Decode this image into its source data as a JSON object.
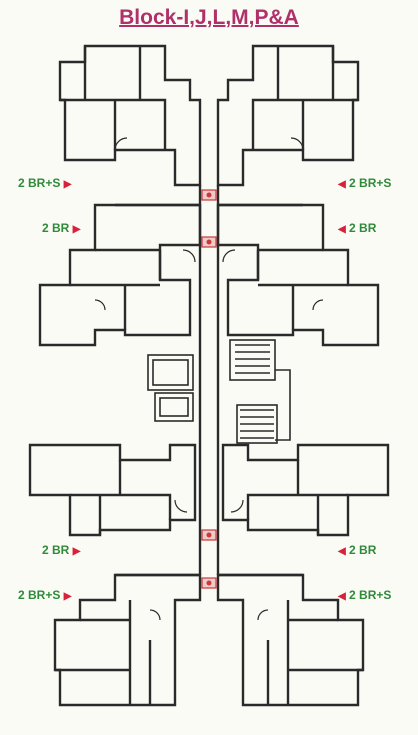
{
  "title": "Block-I,J,L,M,P&A",
  "colors": {
    "title": "#b0306a",
    "label": "#2f8a3a",
    "arrow": "#d8213a",
    "wall": "#2a2a2a",
    "lift_core": "#c83a3a"
  },
  "labels": {
    "left_top_2brs": "2 BR+S",
    "left_top_2br": "2 BR",
    "right_top_2brs": "2 BR+S",
    "right_top_2br": "2 BR",
    "left_bottom_2br": "2 BR",
    "left_bottom_2brs": "2 BR+S",
    "right_bottom_2br": "2 BR",
    "right_bottom_2brs": "2 BR+S"
  },
  "icons": {
    "arrow_right": "▶",
    "arrow_left": "◀"
  }
}
